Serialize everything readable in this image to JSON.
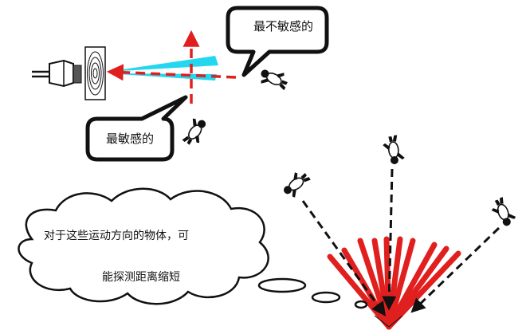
{
  "callouts": {
    "least_sensitive": "最不敏感的",
    "most_sensitive": "最敏感的"
  },
  "thought": {
    "line1": "对于这些运动方向的物体，可",
    "line2": "能探测距离缩短"
  },
  "colors": {
    "red": "#e0201f",
    "cyan": "#22d7ee",
    "black": "#111111"
  }
}
